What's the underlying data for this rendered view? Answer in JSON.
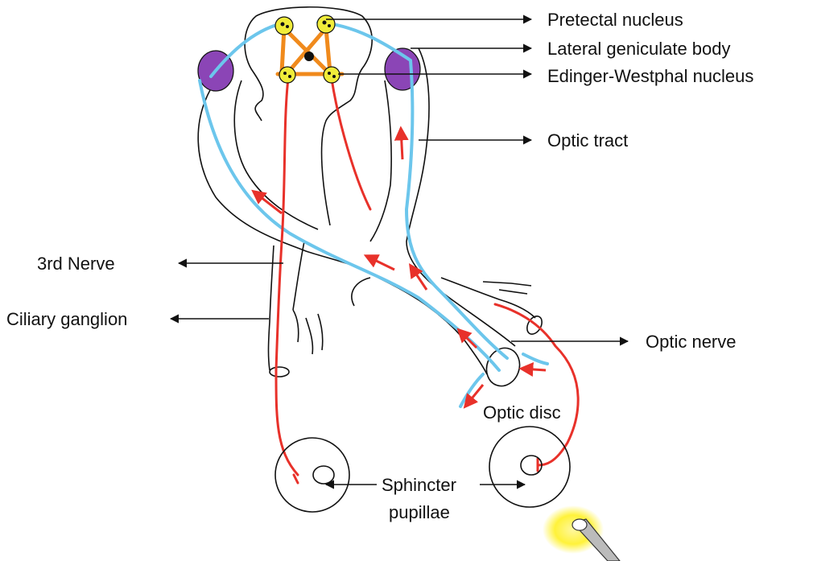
{
  "labels": {
    "pretectal_nucleus": "Pretectal nucleus",
    "lateral_geniculate_body": "Lateral geniculate body",
    "edinger_westphal_nucleus": "Edinger-Westphal nucleus",
    "optic_tract": "Optic tract",
    "third_nerve": "3rd Nerve",
    "ciliary_ganglion": "Ciliary ganglion",
    "optic_nerve": "Optic nerve",
    "optic_disc": "Optic disc",
    "sphincter_pupillae_line1": "Sphincter",
    "sphincter_pupillae_line2": "pupillae"
  },
  "colors": {
    "afferent_pathway": "#6cc6ec",
    "efferent_pathway": "#e8312a",
    "nucleus_fill": "#f0ec3a",
    "lgb_fill": "#8b45b6",
    "interneuron": "#f08a1c",
    "outline": "#111111",
    "light_glow": "#fff23a"
  }
}
